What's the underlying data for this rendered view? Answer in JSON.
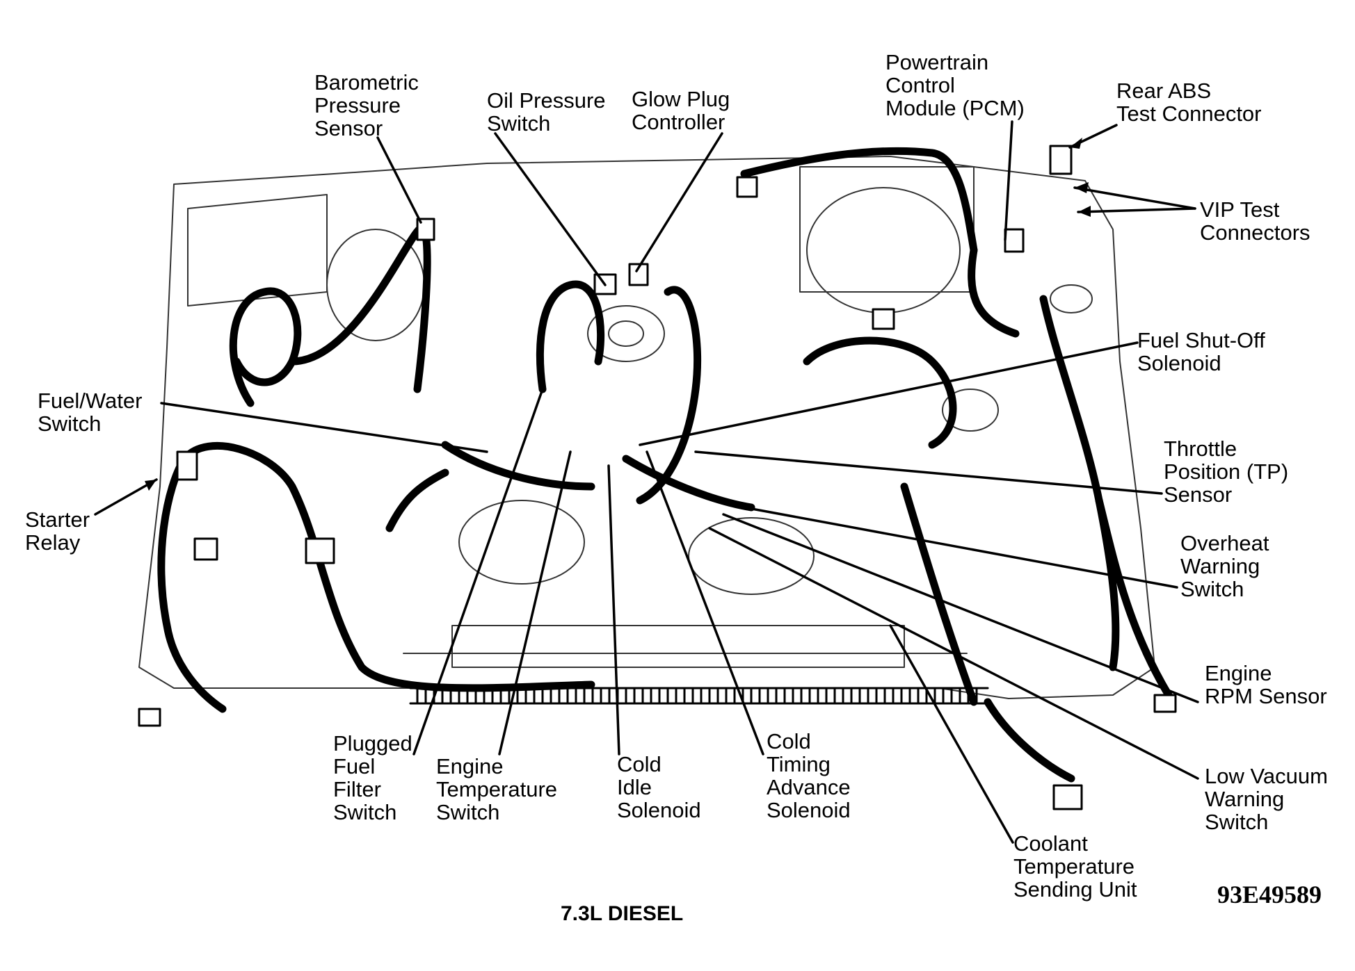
{
  "diagram": {
    "caption": "7.3L DIESEL",
    "figure_id": "93E49589"
  },
  "labels": {
    "barometric_pressure_sensor": [
      "Barometric",
      "Pressure",
      "Sensor"
    ],
    "oil_pressure_switch": [
      "Oil Pressure",
      "Switch"
    ],
    "glow_plug_controller": [
      "Glow Plug",
      "Controller"
    ],
    "pcm": [
      "Powertrain",
      "Control",
      "Module (PCM)"
    ],
    "rear_abs_test_connector": [
      "Rear ABS",
      "Test Connector"
    ],
    "vip_test_connectors": [
      "VIP Test",
      "Connectors"
    ],
    "fuel_shutoff_solenoid": [
      "Fuel Shut-Off",
      "Solenoid"
    ],
    "fuel_water_switch": [
      "Fuel/Water",
      "Switch"
    ],
    "throttle_position_sensor": [
      "Throttle",
      "Position (TP)",
      "Sensor"
    ],
    "starter_relay": [
      "Starter",
      "Relay"
    ],
    "overheat_warning_switch": [
      "Overheat",
      "Warning",
      "Switch"
    ],
    "engine_rpm_sensor": [
      "Engine",
      "RPM Sensor"
    ],
    "low_vacuum_warning_switch": [
      "Low Vacuum",
      "Warning",
      "Switch"
    ],
    "coolant_temperature_sending_unit": [
      "Coolant",
      "Temperature",
      "Sending Unit"
    ],
    "plugged_fuel_filter_switch": [
      "Plugged",
      "Fuel",
      "Filter",
      "Switch"
    ],
    "engine_temperature_switch": [
      "Engine",
      "Temperature",
      "Switch"
    ],
    "cold_idle_solenoid": [
      "Cold",
      "Idle",
      "Solenoid"
    ],
    "cold_timing_advance_solenoid": [
      "Cold",
      "Timing",
      "Advance",
      "Solenoid"
    ]
  }
}
